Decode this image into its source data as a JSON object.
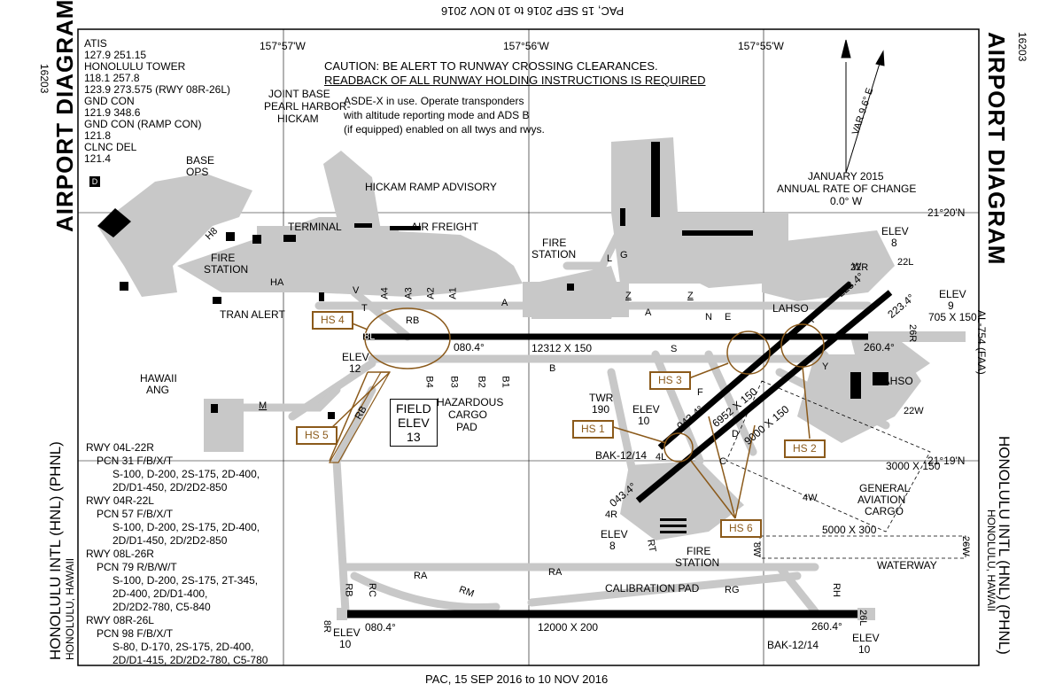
{
  "header_inverted": "PAC, 15 SEP 2016 to 10 NOV 2016",
  "footer": "PAC, 15 SEP 2016 to 10 NOV 2016",
  "doc_number": "16203",
  "title": "AIRPORT DIAGRAM",
  "airport_name": "HONOLULU INTL (HNL) (PHNL)",
  "airport_city": "HONOLULU, HAWAII",
  "frequencies": [
    "ATIS",
    "127.9 251.15",
    "HONOLULU TOWER",
    "118.1 257.8",
    "123.9  273.575 (RWY 08R-26L)",
    "GND CON",
    "121.9 348.6",
    "GND CON (RAMP CON)",
    "121.8",
    "CLNC DEL",
    "121.4"
  ],
  "d_marker": "D",
  "longitudes": [
    "157°57'W",
    "157°56'W",
    "157°55'W"
  ],
  "latitudes": [
    "21°20'N",
    "21°19'N"
  ],
  "caution_line1": "CAUTION: BE ALERT TO RUNWAY CROSSING CLEARANCES.",
  "caution_line2": "READBACK OF ALL RUNWAY HOLDING INSTRUCTIONS IS REQUIRED",
  "asde_lines": [
    "ASDE-X  in use. Operate transponders",
    "with altitude reporting mode and ADS B",
    "(if equipped) enabled on all twys and rwys."
  ],
  "variation_label": "VAR 9.6° E",
  "rate_lines": [
    "JANUARY 2015",
    "ANNUAL RATE OF CHANGE",
    "0.0° W"
  ],
  "labels": {
    "base_ops": "BASE",
    "base_ops2": "OPS",
    "joint_base1": "JOINT BASE",
    "joint_base2": "PEARL HARBOR-",
    "joint_base3": "HICKAM",
    "hickam_ramp": "HICKAM RAMP ADVISORY",
    "terminal": "TERMINAL",
    "air_freight": "AIR FREIGHT",
    "fire_station_w1": "FIRE",
    "fire_station_w2": "STATION",
    "fire_station_c1": "FIRE",
    "fire_station_c2": "STATION",
    "fire_station_s1": "FIRE",
    "fire_station_s2": "STATION",
    "tran_alert": "TRAN ALERT",
    "hawaii_ang1": "HAWAII",
    "hawaii_ang2": "ANG",
    "hazardous1": "HAZARDOUS",
    "hazardous2": "CARGO",
    "hazardous3": "PAD",
    "field_elev1": "FIELD",
    "field_elev2": "ELEV",
    "field_elev3": "13",
    "twr": "TWR",
    "twr_ht": "190",
    "general_aviation1": "GENERAL",
    "general_aviation2": "AVIATION",
    "general_aviation3": "CARGO",
    "waterway": "WATERWAY",
    "calibration_pad": "CALIBRATION PAD",
    "lahso_1": "LAHSO",
    "lahso_2": "LAHSO",
    "al754": "AL-754 (FAA)"
  },
  "runways": {
    "r8l_26r_dims": "12312 X 150",
    "r8l_hdg": "080.4°",
    "r26r_hdg": "260.4°",
    "r8r_26l_dims": "12000 X 200",
    "r8r_hdg": "080.4°",
    "r26l_hdg": "260.4°",
    "r4r_22l_dims": "6952 X 150",
    "r4l_22r_dims": "9000 X 150",
    "r4_hdg": "043.4°",
    "r22_hdg": "223.4°",
    "r22_hdg2": "223.4°",
    "r4_hdg2": "043.4°",
    "sea_4w_22w": "3000 X 150",
    "sea_8w_26w": "5000 X 300",
    "end_8l": "8L",
    "end_26r": "26R",
    "end_8r": "8R",
    "end_26l": "26L",
    "end_4r": "4R",
    "end_4l": "4L",
    "end_22l": "22L",
    "end_22r": "22R",
    "end_4w": "4W",
    "end_22w": "22W",
    "end_8w": "8W",
    "end_26w": "26W"
  },
  "elevations": {
    "e12": [
      "ELEV",
      "12"
    ],
    "e8top": [
      "ELEV",
      "8"
    ],
    "e9": [
      "ELEV",
      "9"
    ],
    "e10a": [
      "ELEV",
      "10"
    ],
    "e8b": [
      "ELEV",
      "8"
    ],
    "e10b": [
      "ELEV",
      "10"
    ],
    "e10c": [
      "ELEV",
      "10"
    ]
  },
  "misc": {
    "dims_705": "705 X 150",
    "bak_12_14a": "BAK-12/14",
    "bak_12_14b": "BAK-12/14"
  },
  "hot_spots": [
    "HS 1",
    "HS 2",
    "HS 3",
    "HS 4",
    "HS 5",
    "HS 6"
  ],
  "taxiways": {
    "H8": "H8",
    "HA": "HA",
    "V": "V",
    "T": "T",
    "A": "A",
    "A4": "A4",
    "A3": "A3",
    "A2": "A2",
    "A1": "A1",
    "RB": "RB",
    "RB2": "RB",
    "RB3": "RB",
    "M": "M",
    "B": "B",
    "B4": "B4",
    "B3": "B3",
    "B2": "B2",
    "B1": "B1",
    "A_b": "A",
    "L": "L",
    "G": "G",
    "Z": "Z",
    "Z2": "Z",
    "N": "N",
    "E": "E",
    "D": "D",
    "C": "C",
    "K": "K",
    "F": "F",
    "RA": "RA",
    "RA2": "RA",
    "RM": "RM",
    "RG": "RG",
    "RC": "RC",
    "RH": "RH",
    "RT": "RT",
    "S": "S",
    "W": "W",
    "Y": "Y"
  },
  "runway_data": [
    {
      "name": "RWY 04L-22R",
      "pcn": "PCN 31 F/B/X/T",
      "lines": [
        "S-100, D-200, 2S-175, 2D-400,",
        "2D/D1-450, 2D/2D2-850"
      ]
    },
    {
      "name": "RWY 04R-22L",
      "pcn": "PCN 57 F/B/X/T",
      "lines": [
        "S-100, D-200, 2S-175, 2D-400,",
        "2D/D1-450, 2D/2D2-850"
      ]
    },
    {
      "name": "RWY 08L-26R",
      "pcn": "PCN 79 R/B/W/T",
      "lines": [
        "S-100, D-200, 2S-175, 2T-345,",
        "2D-400, 2D/D1-400,",
        "2D/2D2-780, C5-840"
      ]
    },
    {
      "name": "RWY 08R-26L",
      "pcn": "PCN 98 F/B/X/T",
      "lines": [
        "S-80, D-170, 2S-175, 2D-400,",
        "2D/D1-415, 2D/2D2-780, C5-780"
      ]
    }
  ]
}
